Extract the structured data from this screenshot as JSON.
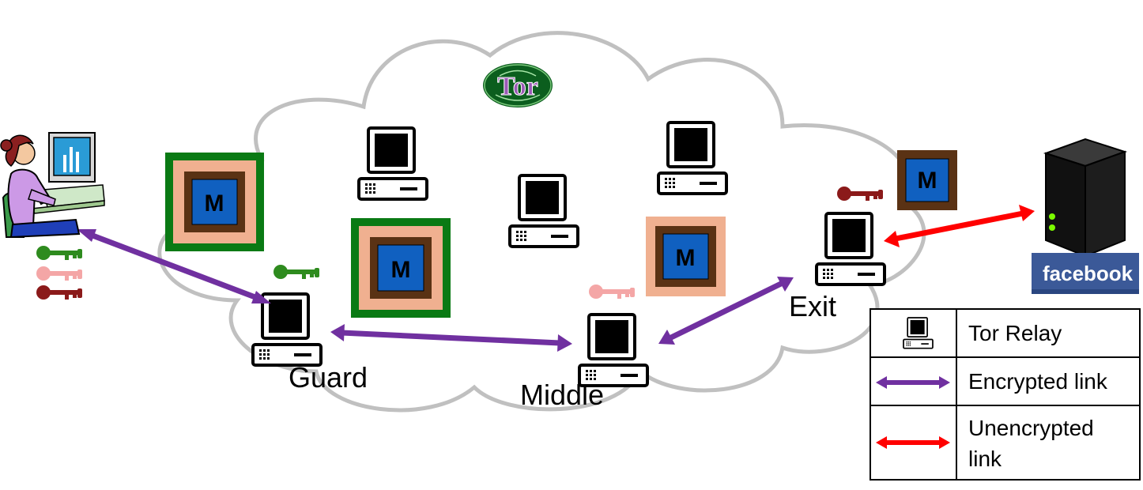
{
  "nodes": {
    "guard": "Guard",
    "middle": "Middle",
    "exit": "Exit"
  },
  "logo": {
    "tor": "Tor",
    "facebook": "facebook"
  },
  "middlebox_label": "M",
  "legend": {
    "relay": "Tor Relay",
    "encrypted": "Encrypted link",
    "unencrypted_1": "Unencrypted",
    "unencrypted_2": "link"
  },
  "colors": {
    "encrypted_link": "#7030a0",
    "unencrypted_link": "#ff0000",
    "key_green": "#2e8b1e",
    "key_pink": "#f4a6a6",
    "key_dark_red": "#8b1a1a",
    "m_outer_green": "#0a7a14",
    "m_salmon": "#f0b090",
    "m_brown": "#5a3214",
    "m_blue": "#1060c0",
    "cloud_outline": "#c0c0c0",
    "facebook_blue": "#3b5998"
  },
  "icons": [
    "user-at-computer-icon",
    "tor-onion-logo-icon",
    "relay-computer-icon",
    "key-icon",
    "server-icon",
    "facebook-logo-icon"
  ]
}
